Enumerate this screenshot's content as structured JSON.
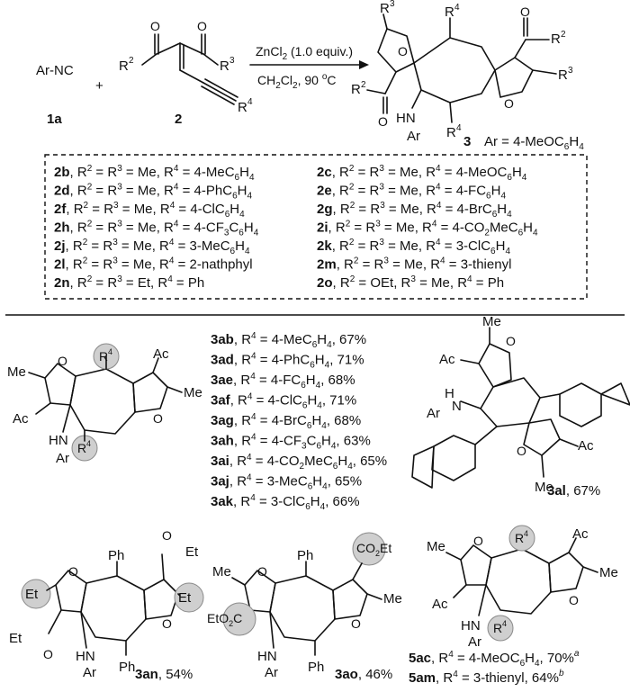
{
  "colors": {
    "ink": "#111111",
    "highlight": "#cfcfcf",
    "highlight_stroke": "#8a8a8a",
    "background": "#ffffff"
  },
  "reaction": {
    "reactant_1": {
      "formula": "Ar-NC",
      "label": "1a"
    },
    "plus": "+",
    "reactant_2": {
      "label": "2",
      "groups": {
        "left": "R",
        "left_sup": "2",
        "right": "R",
        "right_sup": "3",
        "alkyne": "R",
        "alkyne_sup": "4"
      },
      "carbonyl_o": "O"
    },
    "conditions": {
      "above": "ZnCl",
      "above_sub": "2",
      "above_rest": " (1.0 equiv.)",
      "below": "CH",
      "below_sub1": "2",
      "below_cl": "Cl",
      "below_sub2": "2",
      "below_rest": ", 90 ",
      "below_deg": "o",
      "below_c": "C"
    },
    "product": {
      "label": "3",
      "ar_def": "Ar = 4-MeOC",
      "ar_sub1": "6",
      "ar_h": "H",
      "ar_sub2": "4",
      "groups": {
        "R": "R",
        "s2": "2",
        "s3": "3",
        "s4": "4",
        "O": "O",
        "HN": "HN",
        "Ar": "Ar"
      }
    }
  },
  "substrate_box": {
    "left": [
      [
        "2b",
        "R",
        "2",
        " = R",
        "3",
        " = Me, R",
        "4",
        " = 4-MeC",
        "6",
        "H",
        "4"
      ],
      [
        "2d",
        "R",
        "2",
        " = R",
        "3",
        " = Me, R",
        "4",
        " = 4-PhC",
        "6",
        "H",
        "4"
      ],
      [
        "2f",
        "R",
        "2",
        " = R",
        "3",
        " = Me, R",
        "4",
        " = 4-ClC",
        "6",
        "H",
        "4"
      ],
      [
        "2h",
        "R",
        "2",
        " = R",
        "3",
        " = Me, R",
        "4",
        " = 4-CF",
        "3",
        "C",
        "6",
        "H",
        "4"
      ],
      [
        "2j",
        "R",
        "2",
        " = R",
        "3",
        " = Me, R",
        "4",
        " = 3-MeC",
        "6",
        "H",
        "4"
      ],
      [
        "2l",
        "R",
        "2",
        " = R",
        "3",
        " = Me, R",
        "4",
        " = 2-nathphyl"
      ],
      [
        "2n",
        "R",
        "2",
        " = R",
        "3",
        " = Et, R",
        "4",
        " = Ph"
      ]
    ],
    "right": [
      [
        "2c",
        "R",
        "2",
        " = R",
        "3",
        " = Me, R",
        "4",
        " = 4-MeOC",
        "6",
        "H",
        "4"
      ],
      [
        "2e",
        "R",
        "2",
        " = R",
        "3",
        " = Me, R",
        "4",
        " = 4-FC",
        "6",
        "H",
        "4"
      ],
      [
        "2g",
        "R",
        "2",
        " = R",
        "3",
        " = Me, R",
        "4",
        " = 4-BrC",
        "6",
        "H",
        "4"
      ],
      [
        "2i",
        "R",
        "2",
        " = R",
        "3",
        " = Me, R",
        "4",
        " = 4-CO",
        "2",
        "MeC",
        "6",
        "H",
        "4"
      ],
      [
        "2k",
        "R",
        "2",
        " = R",
        "3",
        " = Me, R",
        "4",
        " = 3-ClC",
        "6",
        "H",
        "4"
      ],
      [
        "2m",
        "R",
        "2",
        " = R",
        "3",
        " = Me, R",
        "4",
        " = 3-thienyl"
      ],
      [
        "2o",
        "R",
        "2",
        " = OEt, R",
        "3",
        " = Me, R",
        "4",
        " = Ph"
      ]
    ]
  },
  "general_product": {
    "labels": {
      "Me1": "Me",
      "Me2": "Me",
      "Ac1": "Ac",
      "Ac2": "Ac",
      "O1": "O",
      "O2": "O",
      "HN": "HN",
      "Ar": "Ar",
      "R": "R",
      "s4": "4"
    }
  },
  "results": [
    {
      "id": "3ab",
      "r": "R",
      "s": "4",
      "text": " = 4-MeC",
      "sub": "6",
      "h": "H",
      "sub2": "4",
      "yield": ", 67%"
    },
    {
      "id": "3ad",
      "r": "R",
      "s": "4",
      "text": " = 4-PhC",
      "sub": "6",
      "h": "H",
      "sub2": "4",
      "yield": ", 71%"
    },
    {
      "id": "3ae",
      "r": "R",
      "s": "4",
      "text": " = 4-FC",
      "sub": "6",
      "h": "H",
      "sub2": "4",
      "yield": ", 68%"
    },
    {
      "id": "3af",
      "r": "R",
      "s": "4",
      "text": " = 4-ClC",
      "sub": "6",
      "h": "H",
      "sub2": "4",
      "yield": ", 71%"
    },
    {
      "id": "3ag",
      "r": "R",
      "s": "4",
      "text": " = 4-BrC",
      "sub": "6",
      "h": "H",
      "sub2": "4",
      "yield": ", 68%"
    },
    {
      "id": "3ah",
      "r": "R",
      "s": "4",
      "text": " = 4-CF",
      "sub": "3",
      "h": "C",
      "sub2": "6",
      "h2": "H",
      "sub3": "4",
      "yield": ", 63%"
    },
    {
      "id": "3ai",
      "r": "R",
      "s": "4",
      "text": " = 4-CO",
      "sub": "2",
      "h": "MeC",
      "sub2": "6",
      "h2": "H",
      "sub3": "4",
      "yield": ", 65%"
    },
    {
      "id": "3aj",
      "r": "R",
      "s": "4",
      "text": " = 3-MeC",
      "sub": "6",
      "h": "H",
      "sub2": "4",
      "yield": ", 65%"
    },
    {
      "id": "3ak",
      "r": "R",
      "s": "4",
      "text": " = 3-ClC",
      "sub": "6",
      "h": "H",
      "sub2": "4",
      "yield": ", 66%"
    }
  ],
  "compound_3al": {
    "label": "3al",
    "yield": ", 67%",
    "Me1": "Me",
    "Me2": "Me",
    "Ac1": "Ac",
    "Ac2": "Ac",
    "O": "O",
    "HN": "H",
    "N": "N",
    "Ar": "Ar"
  },
  "compound_3an": {
    "label": "3an",
    "yield": ", 54%",
    "Ph1": "Ph",
    "Ph2": "Ph",
    "Et1": "Et",
    "Et2": "Et",
    "Et3": "Et",
    "Et4": "Et",
    "O": "O",
    "HN": "HN",
    "Ar": "Ar"
  },
  "compound_3ao": {
    "label": "3ao",
    "yield": ", 46%",
    "Me1": "Me",
    "Me2": "Me",
    "Ph1": "Ph",
    "Ph2": "Ph",
    "co2et_a": "CO",
    "co2et_sub": "2",
    "co2et_b": "Et",
    "eto2c_a": "EtO",
    "eto2c_sub": "2",
    "eto2c_b": "C",
    "O": "O",
    "HN": "HN",
    "Ar": "Ar"
  },
  "compound_5": {
    "labels": {
      "Me1": "Me",
      "Me2": "Me",
      "Ac1": "Ac",
      "Ac2": "Ac",
      "O": "O",
      "HN": "HN",
      "Ar": "Ar",
      "R": "R",
      "s4": "4"
    },
    "entries": [
      {
        "id": "5ac",
        "r": "R",
        "s": "4",
        "text": " = 4-MeOC",
        "sub": "6",
        "h": "H",
        "sub2": "4",
        "yield": ", 70%",
        "note": "a"
      },
      {
        "id": "5am",
        "r": "R",
        "s": "4",
        "text": " = 3-thienyl",
        "yield": ", 64%",
        "note": "b"
      }
    ]
  }
}
